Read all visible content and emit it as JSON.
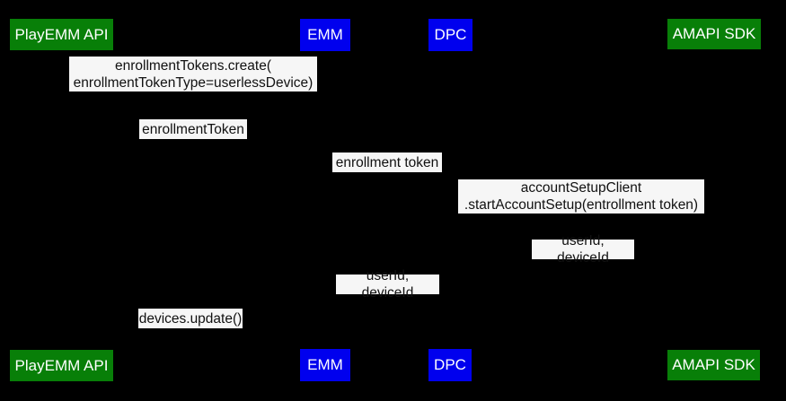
{
  "colors": {
    "canvas_bg": "#000000",
    "actor_green": "#087f08",
    "actor_blue": "#0000ee",
    "actor_text": "#ffffff",
    "message_bg": "#f6f6f6",
    "message_text": "#111111"
  },
  "actors": {
    "top": [
      {
        "label": "PlayEMM API"
      },
      {
        "label": "EMM"
      },
      {
        "label": "DPC"
      },
      {
        "label": "AMAPI SDK"
      }
    ],
    "bottom": [
      {
        "label": "PlayEMM API"
      },
      {
        "label": "EMM"
      },
      {
        "label": "DPC"
      },
      {
        "label": "AMAPI SDK"
      }
    ]
  },
  "messages": [
    {
      "text": "enrollmentTokens.create(\nenrollmentTokenType=userlessDevice)"
    },
    {
      "text": "enrollmentToken"
    },
    {
      "text": "enrollment token"
    },
    {
      "text": "accountSetupClient\n.startAccountSetup(entrollment token)"
    },
    {
      "text": "userId, deviceId"
    },
    {
      "text": "userId, deviceId"
    },
    {
      "text": "devices.update()"
    }
  ]
}
